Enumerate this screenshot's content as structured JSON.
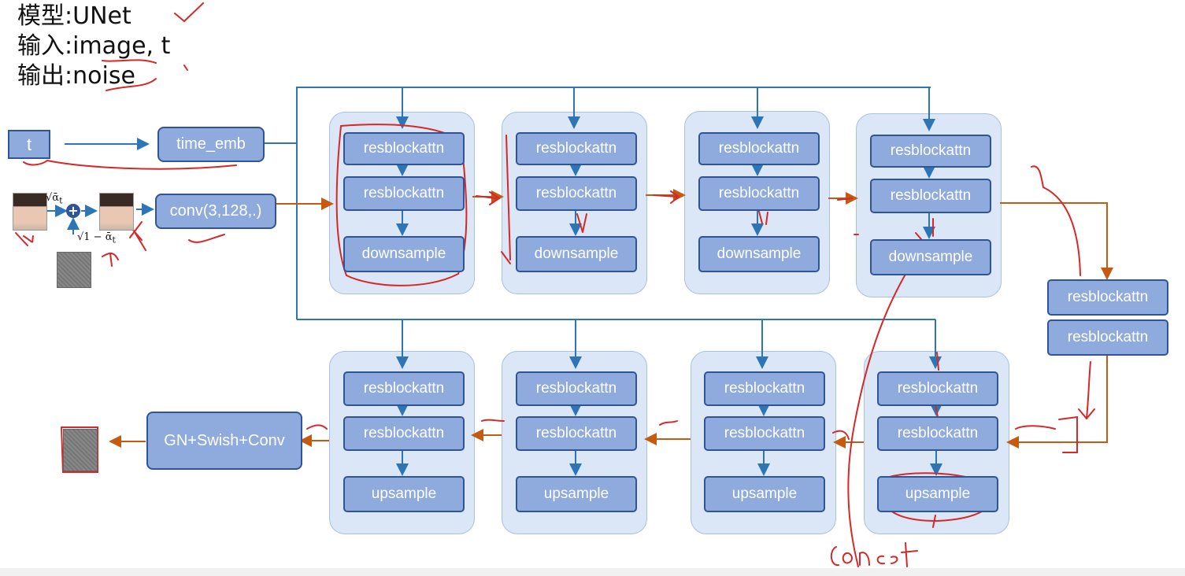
{
  "header": {
    "model_label": "模型:",
    "model_value": "UNet",
    "input_label": "输入:",
    "input_value": "image, t",
    "output_label": "输出:",
    "output_value": "noise"
  },
  "inputs": {
    "t_label": "t",
    "time_emb_label": "time_emb",
    "conv_label": "conv(3,128,.)",
    "sqrt_alpha": "√ᾱ",
    "sqrt_alpha_sub": "t",
    "sqrt_one_minus_alpha": "√1 − ᾱ",
    "sqrt_one_minus_alpha_sub": "t",
    "plus_symbol": "+"
  },
  "down_blocks": [
    {
      "res1": "resblockattn",
      "res2": "resblockattn",
      "sample": "downsample"
    },
    {
      "res1": "resblockattn",
      "res2": "resblockattn",
      "sample": "downsample"
    },
    {
      "res1": "resblockattn",
      "res2": "resblockattn",
      "sample": "downsample"
    },
    {
      "res1": "resblockattn",
      "res2": "resblockattn",
      "sample": "downsample"
    }
  ],
  "middle": {
    "res1": "resblockattn",
    "res2": "resblockattn"
  },
  "up_blocks": [
    {
      "res1": "resblockattn",
      "res2": "resblockattn",
      "sample": "upsample"
    },
    {
      "res1": "resblockattn",
      "res2": "resblockattn",
      "sample": "upsample"
    },
    {
      "res1": "resblockattn",
      "res2": "resblockattn",
      "sample": "upsample"
    },
    {
      "res1": "resblockattn",
      "res2": "resblockattn",
      "sample": "upsample"
    }
  ],
  "output": {
    "final_label": "GN+Swish+Conv"
  },
  "colors": {
    "blue_wire": "#2e75b6",
    "orange_wire": "#c55a11",
    "annotation": "#d62828"
  }
}
